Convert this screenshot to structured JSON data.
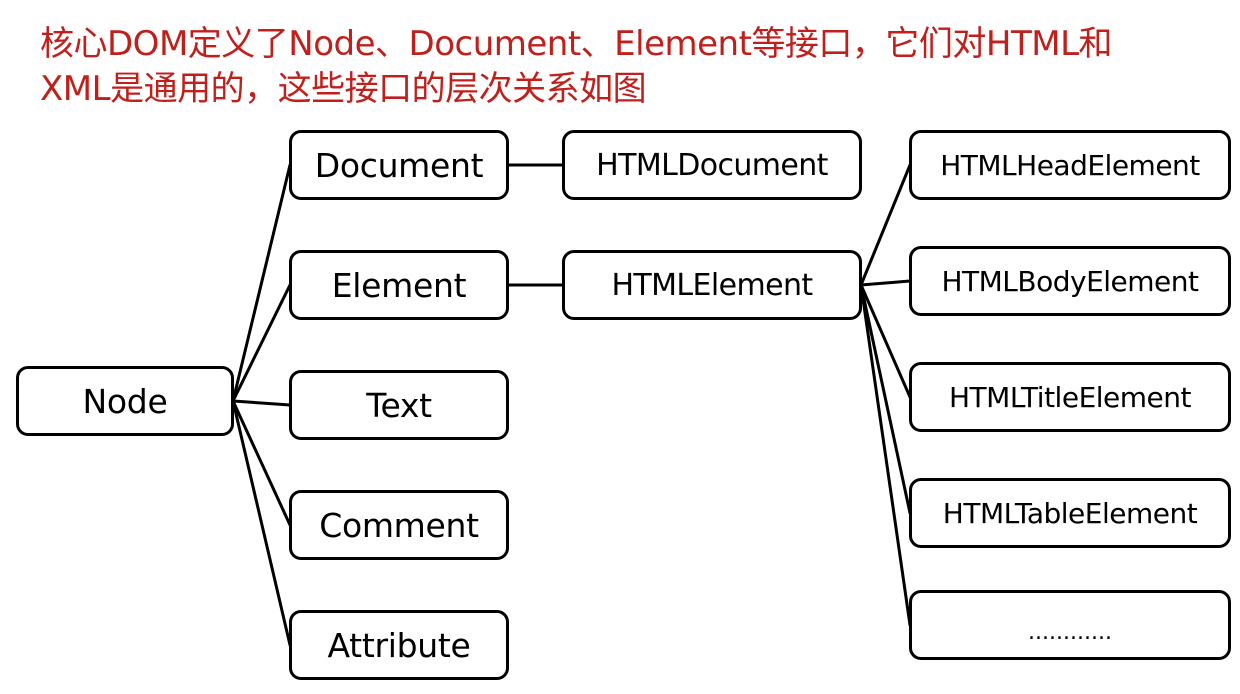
{
  "caption": {
    "line1": "核心DOM定义了Node、Document、Element等接口，它们对HTML和",
    "line2": "XML是通用的，这些接口的层次关系如图"
  },
  "colors": {
    "caption": "#c0201c",
    "box_border": "#000000",
    "connector": "#000000",
    "background": "#ffffff"
  },
  "nodes": {
    "node": "Node",
    "document": "Document",
    "element": "Element",
    "text": "Text",
    "comment": "Comment",
    "attribute": "Attribute",
    "html_document": "HTMLDocument",
    "html_element": "HTMLElement",
    "html_head_element": "HTMLHeadElement",
    "html_body_element": "HTMLBodyElement",
    "html_title_element": "HTMLTitleElement",
    "html_table_element": "HTMLTableElement",
    "more": "............"
  },
  "edges": [
    [
      "node",
      "document"
    ],
    [
      "node",
      "element"
    ],
    [
      "node",
      "text"
    ],
    [
      "node",
      "comment"
    ],
    [
      "node",
      "attribute"
    ],
    [
      "document",
      "html_document"
    ],
    [
      "element",
      "html_element"
    ],
    [
      "html_element",
      "html_head_element"
    ],
    [
      "html_element",
      "html_body_element"
    ],
    [
      "html_element",
      "html_title_element"
    ],
    [
      "html_element",
      "html_table_element"
    ],
    [
      "html_element",
      "more"
    ]
  ]
}
